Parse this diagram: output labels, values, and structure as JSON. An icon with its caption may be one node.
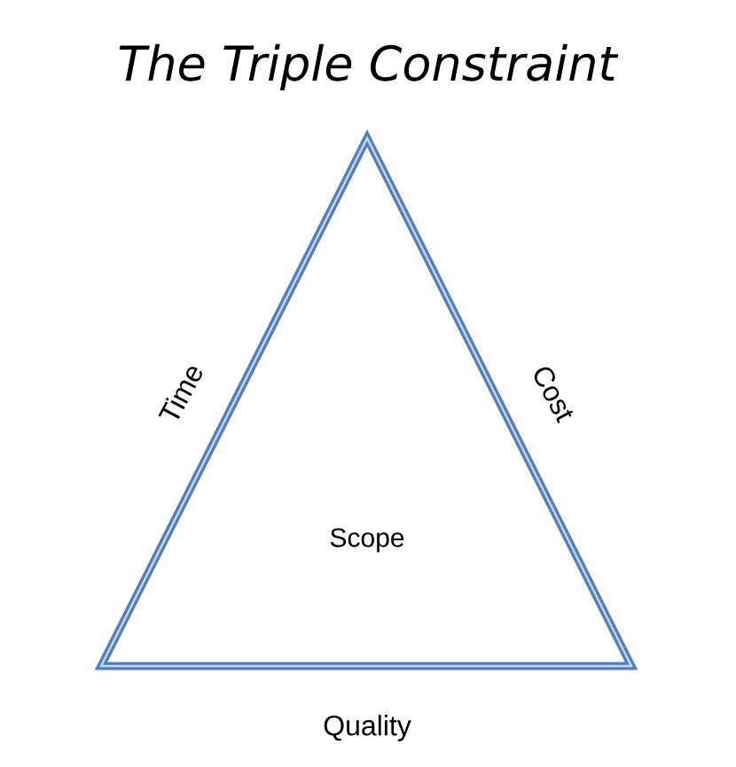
{
  "diagram": {
    "title": "The Triple Constraint",
    "nodes": [
      {
        "text": [
          "Scope"
        ]
      }
    ],
    "labels": [
      "Time",
      "Cost",
      "Quality"
    ]
  }
}
